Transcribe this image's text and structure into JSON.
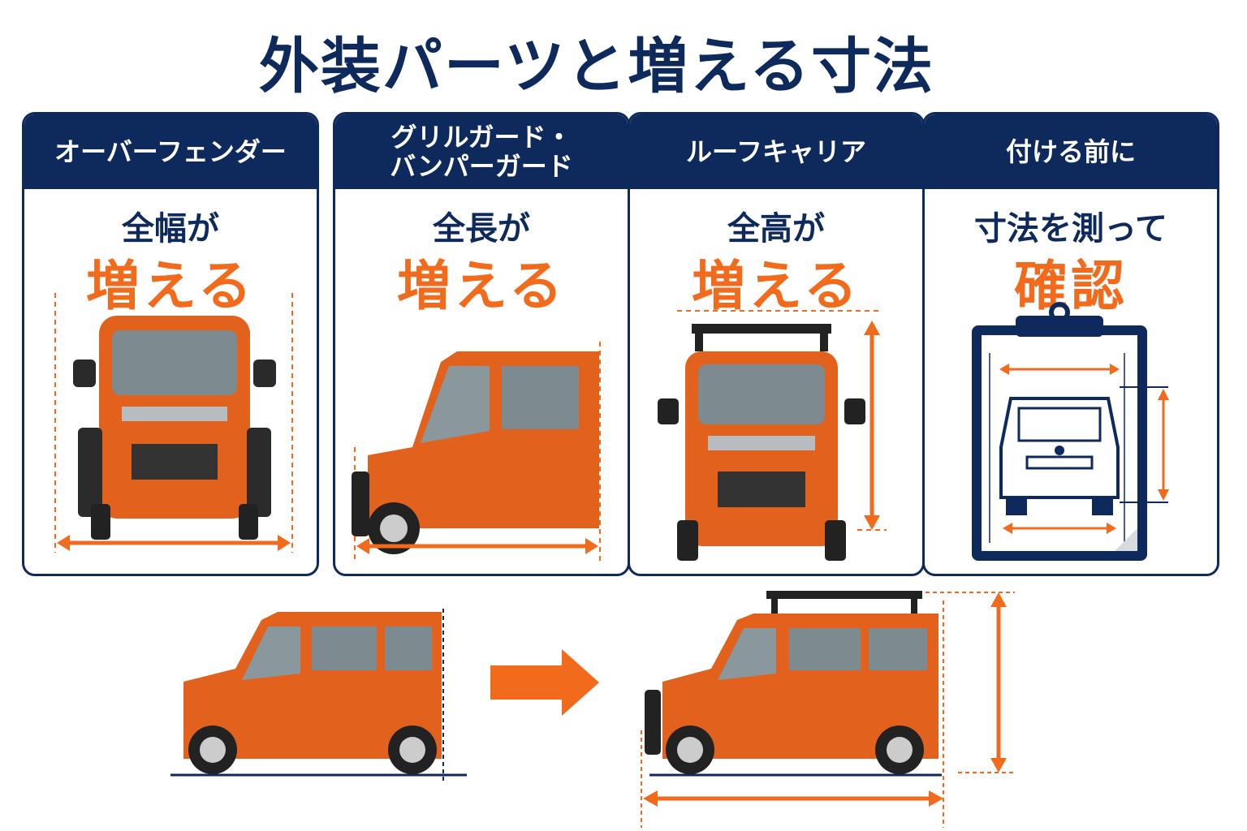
{
  "title": "外装パーツと増える寸法",
  "colors": {
    "navy": "#0e2a5c",
    "orange": "#f26a1b",
    "car_body": "#e2611d"
  },
  "cards": [
    {
      "header": [
        "オーバーフェンダー"
      ],
      "line1": "全幅が",
      "line2": "増える",
      "icon": "van-front-icon"
    },
    {
      "header": [
        "グリルガード・",
        "バンパーガード"
      ],
      "line1": "全長が",
      "line2": "増える",
      "icon": "van-side-icon"
    },
    {
      "header": [
        "ルーフキャリア"
      ],
      "line1": "全高が",
      "line2": "増える",
      "icon": "van-front-roof-rack-icon"
    },
    {
      "header": [
        "付ける前に"
      ],
      "line1": "寸法を測って",
      "line2": "確認",
      "icon": "clipboard-measure-icon"
    }
  ],
  "comparison": {
    "before_icon": "van-side-stock-icon",
    "arrow_icon": "arrow-right-icon",
    "after_icon": "van-side-accessorized-icon"
  }
}
